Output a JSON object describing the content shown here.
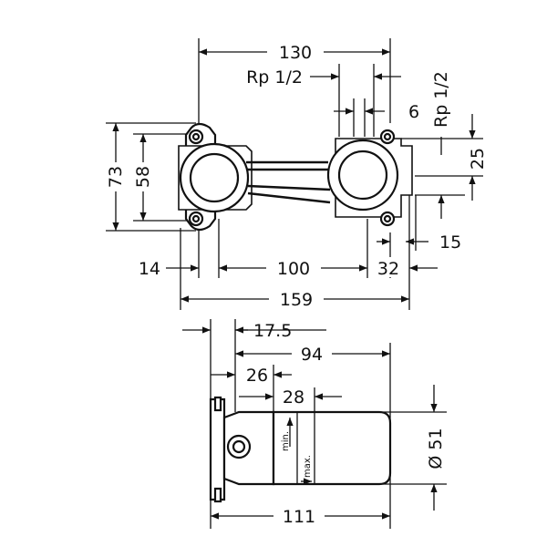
{
  "top_view": {
    "dimensions": {
      "overall_width": "130",
      "thread_left": "Rp 1/2",
      "thread_right": "Rp 1/2",
      "offset_6": "6",
      "height_73": "73",
      "height_58": "58",
      "offset_25": "25",
      "offset_15": "15",
      "left_14": "14",
      "center_100": "100",
      "right_32": "32",
      "total_159": "159"
    }
  },
  "side_view": {
    "dimensions": {
      "offset_17_5": "17.5",
      "length_94": "94",
      "offset_26": "26",
      "offset_28": "28",
      "diameter_51": "Ø 51",
      "total_111": "111",
      "min_label": "min.",
      "max_label": "max."
    }
  }
}
